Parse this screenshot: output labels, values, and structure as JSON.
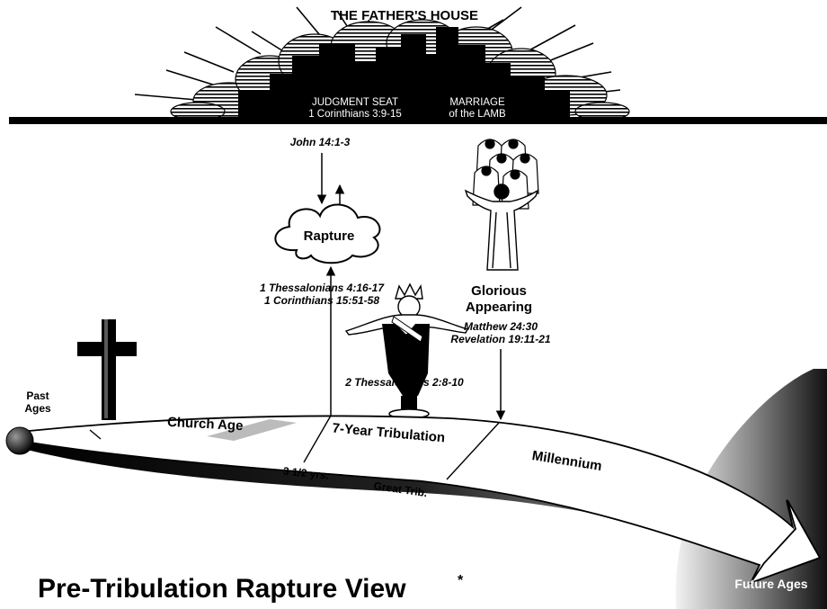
{
  "header": {
    "title": "THE FATHER'S HOUSE",
    "judgment_line1": "JUDGMENT SEAT",
    "judgment_line2": "1 Corinthians 3:9-15",
    "marriage_line1": "MARRIAGE",
    "marriage_line2": "of the LAMB"
  },
  "rapture": {
    "scripture_top": "John 14:1-3",
    "cloud_label": "Rapture",
    "scripture_line1": "1 Thessalonians 4:16-17",
    "scripture_line2": "1 Corinthians 15:51-58"
  },
  "antichrist": {
    "scripture": "2 Thessalonians 2:8-10"
  },
  "appearing": {
    "label_line1": "Glorious",
    "label_line2": "Appearing",
    "scripture_line1": "Matthew 24:30",
    "scripture_line2": "Revelation 19:11-21"
  },
  "timeline": {
    "past_line1": "Past",
    "past_line2": "Ages",
    "church_age": "Church Age",
    "tribulation": "7-Year Tribulation",
    "half": "3 1/2 yrs.",
    "great_trib": "Great Trib.",
    "millennium": "Millennium",
    "future": "Future Ages"
  },
  "footer": {
    "title": "Pre-Tribulation Rapture View",
    "asterisk": "*"
  }
}
